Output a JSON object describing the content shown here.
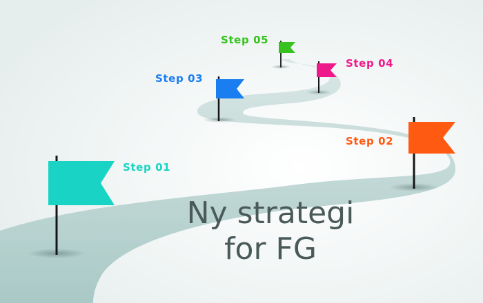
{
  "title": {
    "line1": "Ny strategi",
    "line2": "for FG"
  },
  "colors": {
    "background": "#eef3f2",
    "road": "#b8d2d0",
    "road_edge": "#d6e6e4",
    "title": "#4a5a59"
  },
  "steps": [
    {
      "label": "Step 01",
      "color": "#19d3c5"
    },
    {
      "label": "Step 02",
      "color": "#ff5a12"
    },
    {
      "label": "Step 03",
      "color": "#1a7df0"
    },
    {
      "label": "Step 04",
      "color": "#ef1a8a"
    },
    {
      "label": "Step 05",
      "color": "#37c21f"
    }
  ]
}
